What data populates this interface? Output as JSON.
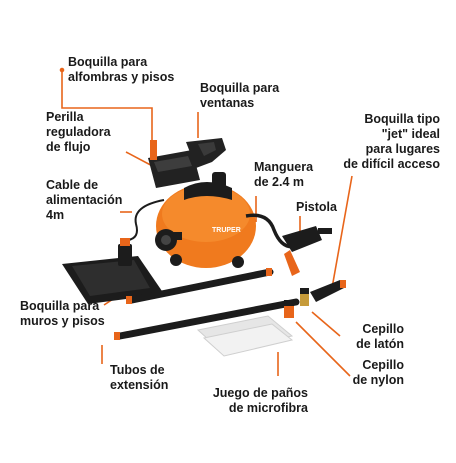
{
  "colors": {
    "accent": "#e8651a",
    "body": "#f07a1e",
    "dark": "#1c1c1c",
    "leader": "#e8651a"
  },
  "callouts": {
    "carpet_nozzle": [
      "Boquilla para",
      "alfombras y pisos"
    ],
    "window_nozzle": [
      "Boquilla para",
      "ventanas"
    ],
    "flow_knob": [
      "Perilla",
      "reguladora",
      "de flujo"
    ],
    "jet_nozzle": [
      "Boquilla tipo",
      "\"jet\" ideal",
      "para lugares",
      "de difícil acceso"
    ],
    "power_cable": [
      "Cable de",
      "alimentación",
      "4m"
    ],
    "hose": [
      "Manguera",
      "de 2.4 m"
    ],
    "gun": [
      "Pistola"
    ],
    "wall_nozzle": [
      "Boquilla para",
      "muros y pisos"
    ],
    "brass_brush": [
      "Cepillo",
      "de latón"
    ],
    "nylon_brush": [
      "Cepillo",
      "de nylon"
    ],
    "extension_tubes": [
      "Tubos de",
      "extensión"
    ],
    "microfiber_cloths": [
      "Juego de paños",
      "de microfibra"
    ]
  },
  "product": {
    "brand_mark": "TRUPER"
  }
}
